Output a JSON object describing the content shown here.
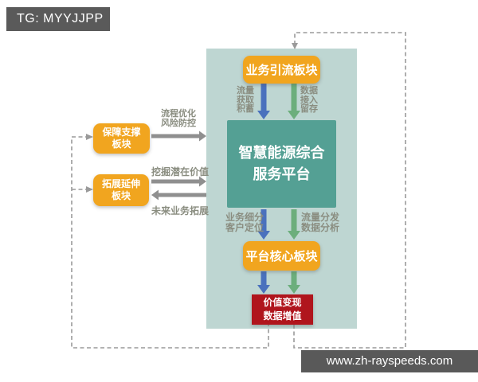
{
  "badge": {
    "text": "TG: MYYJJPP"
  },
  "footer": {
    "text": "www.zh-rayspeeds.com"
  },
  "colors": {
    "panel": "#bed6d2",
    "orange": "#f1a51f",
    "teal": "#54a094",
    "red": "#b0151d",
    "blue": "#4a71bd",
    "green": "#6cae7c",
    "gray": "#8f8f8f",
    "dashed": "#9a9a9a",
    "label_text": "#8a8d80"
  },
  "nodes": {
    "inflow": {
      "label": "业务引流板块"
    },
    "platform": {
      "label": "智慧能源综合\n服务平台"
    },
    "core": {
      "label": "平台核心板块"
    },
    "value": {
      "label": "价值变现\n数据增值"
    },
    "support": {
      "label": "保障支撑\n板块"
    },
    "expand": {
      "label": "拓展延伸\n板块"
    }
  },
  "edge_labels": {
    "traffic_acquire": "流量\n获取\n积蓄",
    "data_access": "数据\n接入\n留存",
    "biz_segment": "业务细分\n客户定位",
    "traffic_dist": "流量分发\n数据分析",
    "process_opt": "流程优化\n风险防控",
    "dig_value": "挖掘潜在价值",
    "future_biz": "未来业务拓展"
  }
}
